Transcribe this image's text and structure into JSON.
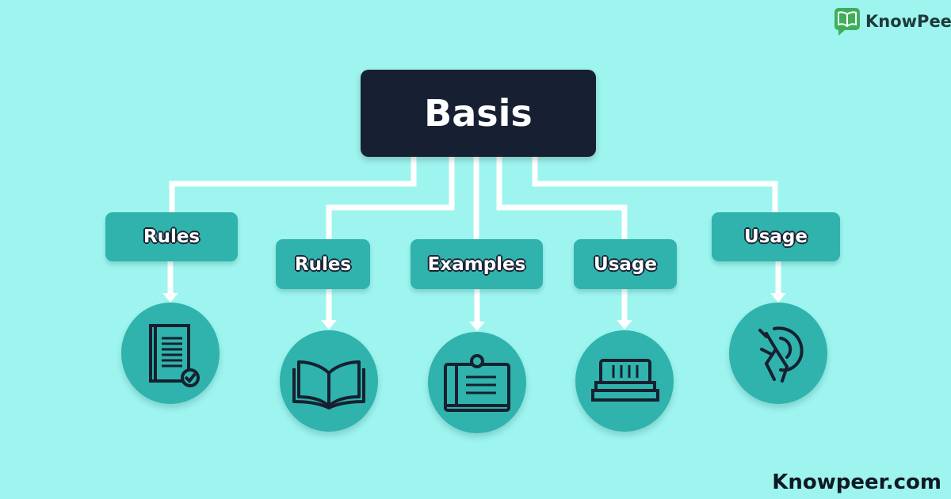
{
  "brand": {
    "name": "KnowPeer",
    "site": "Knowpeer.com"
  },
  "colors": {
    "background": "#9ef4ef",
    "root": "#172033",
    "node": "#2fb3ac",
    "connector": "#ffffff",
    "logo": "#3fae5b"
  },
  "root": {
    "label": "Basis"
  },
  "children": [
    {
      "label": "Rules",
      "icon": "document-check-icon"
    },
    {
      "label": "Rules",
      "icon": "open-book-icon"
    },
    {
      "label": "Examples",
      "icon": "clipboard-icon"
    },
    {
      "label": "Usage",
      "icon": "stacked-books-icon"
    },
    {
      "label": "Usage",
      "icon": "abstract-figure-icon"
    }
  ]
}
